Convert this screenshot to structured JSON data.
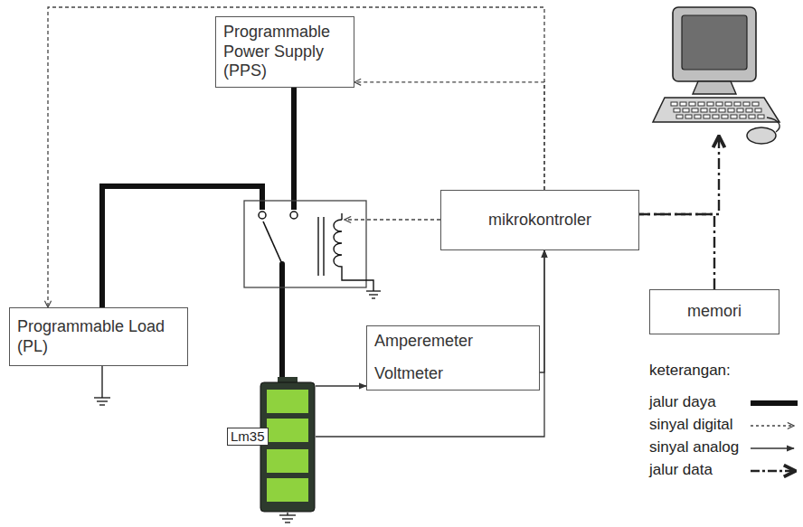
{
  "diagram": {
    "nodes": [
      {
        "text": [
          "Programmable Power Supply (PPS)"
        ]
      },
      {
        "text": [
          "mikrokontroler"
        ]
      },
      {
        "text": [
          "memori"
        ]
      },
      {
        "text": [
          "Programmable Load (PL)"
        ]
      },
      {
        "text": [
          "Amperemeter",
          "Voltmeter"
        ]
      },
      {
        "text": [
          "Lm35"
        ]
      }
    ],
    "edges": [
      {
        "from": 1,
        "to": 0,
        "arrow": "to"
      },
      {
        "from": 1,
        "to": 3,
        "arrow": "to"
      },
      {
        "from": 4,
        "to": 1,
        "arrow": "to"
      },
      {
        "from": 5,
        "to": 1,
        "arrow": "to"
      },
      {
        "from": 5,
        "to": 4,
        "arrow": "to"
      },
      {
        "from": 2,
        "to": 1,
        "arrow": "none"
      }
    ],
    "labels": [
      "keterangan:"
    ],
    "legend": [
      {
        "text": "jalur daya"
      },
      {
        "text": "sinyal digital"
      },
      {
        "text": "sinyal analog"
      },
      {
        "text": "jalur data"
      }
    ]
  }
}
